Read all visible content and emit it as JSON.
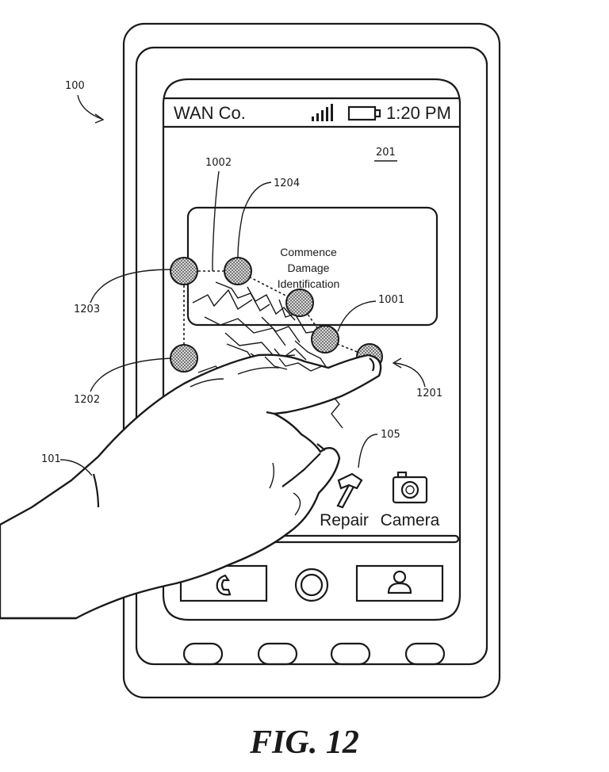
{
  "status_bar": {
    "carrier": "WAN Co.",
    "time": "1:20 PM",
    "signal_icon": "signal-bars-icon",
    "battery_icon": "battery-icon"
  },
  "dialog": {
    "line1": "Commence",
    "line2": "Damage",
    "line3": "Identification"
  },
  "apps": [
    {
      "label": "Repair",
      "icon": "hammer-icon"
    },
    {
      "label": "Camera",
      "icon": "camera-icon"
    }
  ],
  "nav_bar": {
    "phone_icon": "phone-icon",
    "home_icon": "home-circle-icon",
    "contact_icon": "contact-icon"
  },
  "reference_numerals": {
    "device": "100",
    "hand": "101",
    "app_icon": "105",
    "screen": "201",
    "touch_1001": "1001",
    "touch_1002": "1002",
    "touch_1201": "1201",
    "touch_1202": "1202",
    "touch_1203": "1203",
    "touch_1204": "1204"
  },
  "caption": "FIG. 12"
}
